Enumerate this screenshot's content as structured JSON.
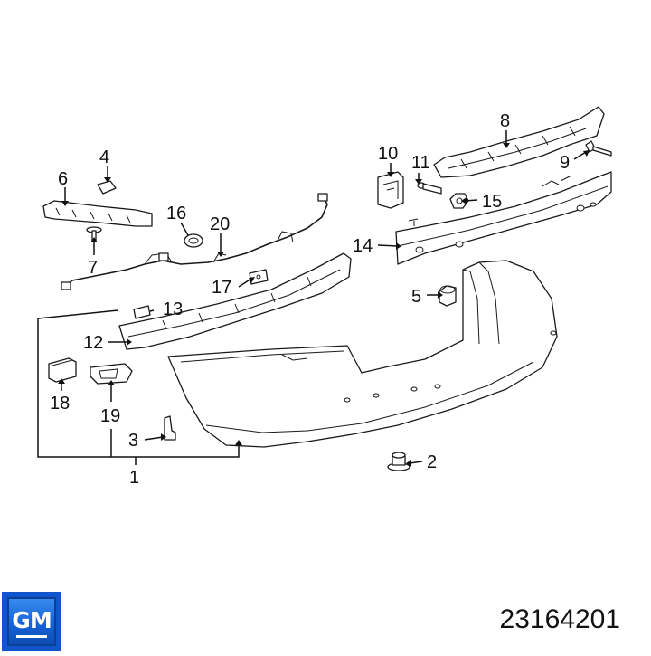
{
  "diagram": {
    "callouts": {
      "c1": "1",
      "c2": "2",
      "c3": "3",
      "c4": "4",
      "c5": "5",
      "c6": "6",
      "c7": "7",
      "c8": "8",
      "c9": "9",
      "c10": "10",
      "c11": "11",
      "c12": "12",
      "c13": "13",
      "c14": "14",
      "c15": "15",
      "c16": "16",
      "c17": "17",
      "c18": "18",
      "c19": "19",
      "c20": "20"
    }
  },
  "footer": {
    "logo_text": "GM",
    "part_number": "23164201"
  },
  "colors": {
    "logo_blue": "#1663d8",
    "line_color": "#1a1a1a"
  }
}
